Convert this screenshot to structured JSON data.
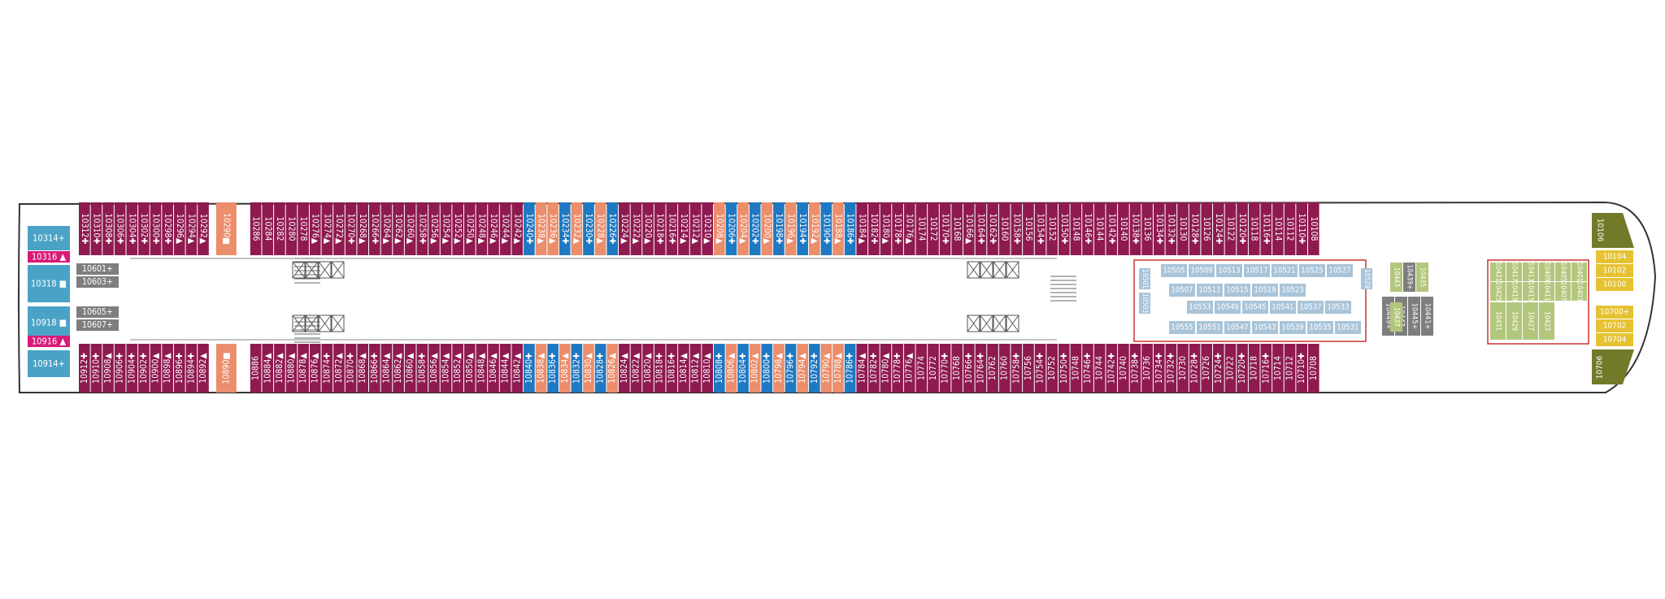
{
  "colors": {
    "balcony": "#8e1a50",
    "club-balcony-suite": "#1e78c2",
    "spa-balcony": "#ec8d6b",
    "haven": "#4aa3c6",
    "oceanview": "#7e7e7e",
    "inside": "#a9c4d8",
    "inside-green": "#b3c77c",
    "family-oceanview": "#e6c233",
    "suite-olive": "#727a2a",
    "accessible-pink": "#d81a78",
    "outline": "#333333"
  },
  "port_top": [
    {
      "label": "10312",
      "mark": "✚",
      "fill": "balcony"
    },
    {
      "label": "10310",
      "mark": "✚",
      "fill": "balcony"
    },
    {
      "label": "10308",
      "mark": "✚",
      "fill": "balcony"
    },
    {
      "label": "10306",
      "mark": "✚",
      "fill": "balcony"
    },
    {
      "label": "10304",
      "mark": "✚",
      "fill": "balcony"
    },
    {
      "label": "10302",
      "mark": "✚",
      "fill": "balcony"
    },
    {
      "label": "10300",
      "mark": "✚",
      "fill": "balcony"
    },
    {
      "label": "10298",
      "mark": "✚",
      "fill": "balcony"
    },
    {
      "label": "10296",
      "mark": "▲",
      "fill": "balcony"
    },
    {
      "label": "10294",
      "mark": "▲",
      "fill": "balcony"
    },
    {
      "label": "10292",
      "mark": "▲",
      "fill": "balcony"
    },
    {
      "label": "10290",
      "mark": "■",
      "fill": "spa-balcony"
    },
    {
      "label": "10286",
      "mark": "",
      "fill": "balcony"
    },
    {
      "label": "10284",
      "mark": "",
      "fill": "balcony"
    },
    {
      "label": "10282",
      "mark": "",
      "fill": "balcony"
    },
    {
      "label": "10280",
      "mark": "",
      "fill": "balcony"
    },
    {
      "label": "10278",
      "mark": "",
      "fill": "balcony"
    },
    {
      "label": "10276",
      "mark": "▲",
      "fill": "balcony"
    },
    {
      "label": "10274",
      "mark": "▲",
      "fill": "balcony"
    },
    {
      "label": "10272",
      "mark": "▲",
      "fill": "balcony"
    },
    {
      "label": "10270",
      "mark": "✚",
      "fill": "balcony"
    },
    {
      "label": "10268",
      "mark": "▲",
      "fill": "balcony"
    },
    {
      "label": "10266",
      "mark": "✚",
      "fill": "balcony"
    },
    {
      "label": "10264",
      "mark": "▲",
      "fill": "balcony"
    },
    {
      "label": "10262",
      "mark": "▲",
      "fill": "balcony"
    },
    {
      "label": "10260",
      "mark": "▲",
      "fill": "balcony"
    },
    {
      "label": "10258",
      "mark": "✚",
      "fill": "balcony"
    },
    {
      "label": "10256",
      "mark": "▲",
      "fill": "balcony"
    },
    {
      "label": "10254",
      "mark": "▲",
      "fill": "balcony"
    },
    {
      "label": "10252",
      "mark": "▲",
      "fill": "balcony"
    },
    {
      "label": "10250",
      "mark": "▲",
      "fill": "balcony"
    },
    {
      "label": "10248",
      "mark": "▲",
      "fill": "balcony"
    },
    {
      "label": "10246",
      "mark": "▲",
      "fill": "balcony"
    },
    {
      "label": "10244",
      "mark": "▲",
      "fill": "balcony"
    },
    {
      "label": "10242",
      "mark": "▲",
      "fill": "balcony"
    },
    {
      "label": "10240",
      "mark": "✚",
      "fill": "club-balcony-suite"
    },
    {
      "label": "10238",
      "mark": "▲",
      "fill": "spa-balcony"
    },
    {
      "label": "10236",
      "mark": "▲",
      "fill": "spa-balcony"
    },
    {
      "label": "10234",
      "mark": "✚",
      "fill": "club-balcony-suite"
    },
    {
      "label": "10232",
      "mark": "▲",
      "fill": "spa-balcony"
    },
    {
      "label": "10230",
      "mark": "✚",
      "fill": "club-balcony-suite"
    },
    {
      "label": "10228",
      "mark": "▲",
      "fill": "spa-balcony"
    },
    {
      "label": "10226",
      "mark": "✚",
      "fill": "club-balcony-suite"
    },
    {
      "label": "10224",
      "mark": "▲",
      "fill": "balcony"
    },
    {
      "label": "10222",
      "mark": "▲",
      "fill": "balcony"
    },
    {
      "label": "10220",
      "mark": "▲",
      "fill": "balcony"
    },
    {
      "label": "10218",
      "mark": "✚",
      "fill": "balcony"
    },
    {
      "label": "10216",
      "mark": "✚",
      "fill": "balcony"
    },
    {
      "label": "10214",
      "mark": "▲",
      "fill": "balcony"
    },
    {
      "label": "10212",
      "mark": "▲",
      "fill": "balcony"
    },
    {
      "label": "10210",
      "mark": "▲",
      "fill": "balcony"
    },
    {
      "label": "10208",
      "mark": "▲",
      "fill": "spa-balcony"
    },
    {
      "label": "10206",
      "mark": "✚",
      "fill": "club-balcony-suite"
    },
    {
      "label": "10204",
      "mark": "▲",
      "fill": "spa-balcony"
    },
    {
      "label": "10202",
      "mark": "✚",
      "fill": "club-balcony-suite"
    },
    {
      "label": "10200",
      "mark": "▲",
      "fill": "spa-balcony"
    },
    {
      "label": "10198",
      "mark": "✚",
      "fill": "club-balcony-suite"
    },
    {
      "label": "10196",
      "mark": "▲",
      "fill": "spa-balcony"
    },
    {
      "label": "10194",
      "mark": "✚",
      "fill": "club-balcony-suite"
    },
    {
      "label": "10192",
      "mark": "▲",
      "fill": "spa-balcony"
    },
    {
      "label": "10190",
      "mark": "✚",
      "fill": "club-balcony-suite"
    },
    {
      "label": "10188",
      "mark": "▲",
      "fill": "spa-balcony"
    },
    {
      "label": "10186",
      "mark": "✚",
      "fill": "club-balcony-suite"
    },
    {
      "label": "10184",
      "mark": "▲",
      "fill": "balcony"
    },
    {
      "label": "10182",
      "mark": "✚",
      "fill": "balcony"
    },
    {
      "label": "10180",
      "mark": "▲",
      "fill": "balcony"
    },
    {
      "label": "10178",
      "mark": "✚",
      "fill": "balcony"
    },
    {
      "label": "10176",
      "mark": "▲",
      "fill": "balcony"
    },
    {
      "label": "10174",
      "mark": "",
      "fill": "balcony"
    },
    {
      "label": "10172",
      "mark": "",
      "fill": "balcony"
    },
    {
      "label": "10170",
      "mark": "✚",
      "fill": "balcony"
    },
    {
      "label": "10168",
      "mark": "",
      "fill": "balcony"
    },
    {
      "label": "10166",
      "mark": "▲",
      "fill": "balcony"
    },
    {
      "label": "10164",
      "mark": "✚",
      "fill": "balcony"
    },
    {
      "label": "10162",
      "mark": "✚",
      "fill": "balcony"
    },
    {
      "label": "10160",
      "mark": "",
      "fill": "balcony"
    },
    {
      "label": "10158",
      "mark": "✚",
      "fill": "balcony"
    },
    {
      "label": "10156",
      "mark": "",
      "fill": "balcony"
    },
    {
      "label": "10154",
      "mark": "✚",
      "fill": "balcony"
    },
    {
      "label": "10152",
      "mark": "",
      "fill": "balcony"
    },
    {
      "label": "10150",
      "mark": "✚",
      "fill": "balcony"
    },
    {
      "label": "10148",
      "mark": "",
      "fill": "balcony"
    },
    {
      "label": "10146",
      "mark": "✚",
      "fill": "balcony"
    },
    {
      "label": "10144",
      "mark": "",
      "fill": "balcony"
    },
    {
      "label": "10142",
      "mark": "✚",
      "fill": "balcony"
    },
    {
      "label": "10140",
      "mark": "",
      "fill": "balcony"
    },
    {
      "label": "10138",
      "mark": "✚",
      "fill": "balcony"
    },
    {
      "label": "10136",
      "mark": "",
      "fill": "balcony"
    },
    {
      "label": "10134",
      "mark": "✚",
      "fill": "balcony"
    },
    {
      "label": "10132",
      "mark": "✚",
      "fill": "balcony"
    },
    {
      "label": "10130",
      "mark": "",
      "fill": "balcony"
    },
    {
      "label": "10128",
      "mark": "✚",
      "fill": "balcony"
    },
    {
      "label": "10126",
      "mark": "",
      "fill": "balcony"
    },
    {
      "label": "10124",
      "mark": "✚",
      "fill": "balcony"
    },
    {
      "label": "10122",
      "mark": "",
      "fill": "balcony"
    },
    {
      "label": "10120",
      "mark": "✚",
      "fill": "balcony"
    },
    {
      "label": "10118",
      "mark": "",
      "fill": "balcony"
    },
    {
      "label": "10116",
      "mark": "✚",
      "fill": "balcony"
    },
    {
      "label": "10114",
      "mark": "",
      "fill": "balcony"
    },
    {
      "label": "10112",
      "mark": "",
      "fill": "balcony"
    },
    {
      "label": "10110",
      "mark": "✚",
      "fill": "balcony"
    },
    {
      "label": "10108",
      "mark": "",
      "fill": "balcony"
    }
  ],
  "starboard_bottom": [
    {
      "label": "10912",
      "mark": "✚",
      "fill": "balcony"
    },
    {
      "label": "10910",
      "mark": "✚",
      "fill": "balcony"
    },
    {
      "label": "10908",
      "mark": "▲",
      "fill": "balcony"
    },
    {
      "label": "10906",
      "mark": "✚",
      "fill": "balcony"
    },
    {
      "label": "10904",
      "mark": "✚",
      "fill": "balcony"
    },
    {
      "label": "10902",
      "mark": "✚",
      "fill": "balcony"
    },
    {
      "label": "10900",
      "mark": "▲",
      "fill": "balcony"
    },
    {
      "label": "10898",
      "mark": "▲",
      "fill": "balcony"
    },
    {
      "label": "10896",
      "mark": "✚",
      "fill": "balcony"
    },
    {
      "label": "10894",
      "mark": "✚",
      "fill": "balcony"
    },
    {
      "label": "10892",
      "mark": "▲",
      "fill": "balcony"
    },
    {
      "label": "10890",
      "mark": "■",
      "fill": "spa-balcony"
    },
    {
      "label": "10886",
      "mark": "",
      "fill": "balcony"
    },
    {
      "label": "10884",
      "mark": "▲",
      "fill": "balcony"
    },
    {
      "label": "10882",
      "mark": "▲",
      "fill": "balcony"
    },
    {
      "label": "10880",
      "mark": "▲",
      "fill": "balcony"
    },
    {
      "label": "10878",
      "mark": "▲",
      "fill": "balcony"
    },
    {
      "label": "10876",
      "mark": "▲",
      "fill": "balcony"
    },
    {
      "label": "10874",
      "mark": "✚",
      "fill": "balcony"
    },
    {
      "label": "10872",
      "mark": "▲",
      "fill": "balcony"
    },
    {
      "label": "10870",
      "mark": "✚",
      "fill": "balcony"
    },
    {
      "label": "10868",
      "mark": "▲",
      "fill": "balcony"
    },
    {
      "label": "10866",
      "mark": "✚",
      "fill": "balcony"
    },
    {
      "label": "10864",
      "mark": "▲",
      "fill": "balcony"
    },
    {
      "label": "10862",
      "mark": "▲",
      "fill": "balcony"
    },
    {
      "label": "10860",
      "mark": "▲",
      "fill": "balcony"
    },
    {
      "label": "10858",
      "mark": "✚",
      "fill": "balcony"
    },
    {
      "label": "10856",
      "mark": "▲",
      "fill": "balcony"
    },
    {
      "label": "10854",
      "mark": "▲",
      "fill": "balcony"
    },
    {
      "label": "10852",
      "mark": "▲",
      "fill": "balcony"
    },
    {
      "label": "10850",
      "mark": "▲",
      "fill": "balcony"
    },
    {
      "label": "10848",
      "mark": "▲",
      "fill": "balcony"
    },
    {
      "label": "10846",
      "mark": "▲",
      "fill": "balcony"
    },
    {
      "label": "10844",
      "mark": "▲",
      "fill": "balcony"
    },
    {
      "label": "10842",
      "mark": "▲",
      "fill": "balcony"
    },
    {
      "label": "10840",
      "mark": "✚",
      "fill": "club-balcony-suite"
    },
    {
      "label": "10838",
      "mark": "▲",
      "fill": "spa-balcony"
    },
    {
      "label": "10836",
      "mark": "✚",
      "fill": "club-balcony-suite"
    },
    {
      "label": "10834",
      "mark": "▲",
      "fill": "spa-balcony"
    },
    {
      "label": "10832",
      "mark": "✚",
      "fill": "club-balcony-suite"
    },
    {
      "label": "10830",
      "mark": "▲",
      "fill": "spa-balcony"
    },
    {
      "label": "10828",
      "mark": "✚",
      "fill": "club-balcony-suite"
    },
    {
      "label": "10826",
      "mark": "▲",
      "fill": "spa-balcony"
    },
    {
      "label": "10824",
      "mark": "▲",
      "fill": "balcony"
    },
    {
      "label": "10822",
      "mark": "▲",
      "fill": "balcony"
    },
    {
      "label": "10820",
      "mark": "▲",
      "fill": "balcony"
    },
    {
      "label": "10818",
      "mark": "✚",
      "fill": "balcony"
    },
    {
      "label": "10816",
      "mark": "✚",
      "fill": "balcony"
    },
    {
      "label": "10814",
      "mark": "▲",
      "fill": "balcony"
    },
    {
      "label": "10812",
      "mark": "▲",
      "fill": "balcony"
    },
    {
      "label": "10810",
      "mark": "▲",
      "fill": "balcony"
    },
    {
      "label": "10808",
      "mark": "✚",
      "fill": "club-balcony-suite"
    },
    {
      "label": "10806",
      "mark": "▲",
      "fill": "spa-balcony"
    },
    {
      "label": "10804",
      "mark": "✚",
      "fill": "club-balcony-suite"
    },
    {
      "label": "10802",
      "mark": "▲",
      "fill": "spa-balcony"
    },
    {
      "label": "10800",
      "mark": "✚",
      "fill": "club-balcony-suite"
    },
    {
      "label": "10798",
      "mark": "▲",
      "fill": "spa-balcony"
    },
    {
      "label": "10796",
      "mark": "✚",
      "fill": "club-balcony-suite"
    },
    {
      "label": "10794",
      "mark": "▲",
      "fill": "spa-balcony"
    },
    {
      "label": "10792",
      "mark": "✚",
      "fill": "club-balcony-suite"
    },
    {
      "label": "10790",
      "mark": "▲",
      "fill": "spa-balcony"
    },
    {
      "label": "10788",
      "mark": "▲",
      "fill": "spa-balcony"
    },
    {
      "label": "10786",
      "mark": "✚",
      "fill": "club-balcony-suite"
    },
    {
      "label": "10784",
      "mark": "▲",
      "fill": "balcony"
    },
    {
      "label": "10782",
      "mark": "✚",
      "fill": "balcony"
    },
    {
      "label": "10780",
      "mark": "▲",
      "fill": "balcony"
    },
    {
      "label": "10778",
      "mark": "✚",
      "fill": "balcony"
    },
    {
      "label": "10776",
      "mark": "▲",
      "fill": "balcony"
    },
    {
      "label": "10774",
      "mark": "",
      "fill": "balcony"
    },
    {
      "label": "10772",
      "mark": "",
      "fill": "balcony"
    },
    {
      "label": "10770",
      "mark": "✚",
      "fill": "balcony"
    },
    {
      "label": "10768",
      "mark": "",
      "fill": "balcony"
    },
    {
      "label": "10766",
      "mark": "✚",
      "fill": "balcony"
    },
    {
      "label": "10764",
      "mark": "✚",
      "fill": "balcony"
    },
    {
      "label": "10762",
      "mark": "",
      "fill": "balcony"
    },
    {
      "label": "10760",
      "mark": "",
      "fill": "balcony"
    },
    {
      "label": "10758",
      "mark": "✚",
      "fill": "balcony"
    },
    {
      "label": "10756",
      "mark": "",
      "fill": "balcony"
    },
    {
      "label": "10754",
      "mark": "✚",
      "fill": "balcony"
    },
    {
      "label": "10752",
      "mark": "",
      "fill": "balcony"
    },
    {
      "label": "10750",
      "mark": "✚",
      "fill": "balcony"
    },
    {
      "label": "10748",
      "mark": "",
      "fill": "balcony"
    },
    {
      "label": "10746",
      "mark": "✚",
      "fill": "balcony"
    },
    {
      "label": "10744",
      "mark": "",
      "fill": "balcony"
    },
    {
      "label": "10742",
      "mark": "✚",
      "fill": "balcony"
    },
    {
      "label": "10740",
      "mark": "",
      "fill": "balcony"
    },
    {
      "label": "10738",
      "mark": "✚",
      "fill": "balcony"
    },
    {
      "label": "10736",
      "mark": "",
      "fill": "balcony"
    },
    {
      "label": "10734",
      "mark": "✚",
      "fill": "balcony"
    },
    {
      "label": "10732",
      "mark": "✚",
      "fill": "balcony"
    },
    {
      "label": "10730",
      "mark": "",
      "fill": "balcony"
    },
    {
      "label": "10728",
      "mark": "✚",
      "fill": "balcony"
    },
    {
      "label": "10726",
      "mark": "",
      "fill": "balcony"
    },
    {
      "label": "10724",
      "mark": "✚",
      "fill": "balcony"
    },
    {
      "label": "10722",
      "mark": "",
      "fill": "balcony"
    },
    {
      "label": "10720",
      "mark": "✚",
      "fill": "balcony"
    },
    {
      "label": "10718",
      "mark": "",
      "fill": "balcony"
    },
    {
      "label": "10716",
      "mark": "✚",
      "fill": "balcony"
    },
    {
      "label": "10714",
      "mark": "",
      "fill": "balcony"
    },
    {
      "label": "10712",
      "mark": "",
      "fill": "balcony"
    },
    {
      "label": "10710",
      "mark": "✚",
      "fill": "balcony"
    },
    {
      "label": "10708",
      "mark": "",
      "fill": "balcony"
    }
  ],
  "aft_cabins": [
    {
      "label": "10314+",
      "fill": "haven"
    },
    {
      "label": "10316 ▲",
      "fill": "accessible-pink"
    },
    {
      "label": "10318 ■",
      "fill": "haven"
    },
    {
      "label": "10918 ■",
      "fill": "haven"
    },
    {
      "label": "10916 ▲",
      "fill": "accessible-pink"
    },
    {
      "label": "10914+",
      "fill": "haven"
    }
  ],
  "aft_oceanview": [
    "10601+",
    "10603+",
    "10605+",
    "10607+"
  ],
  "forward_bow": {
    "top": "10106",
    "bottom": "10706"
  },
  "forward_yellow": [
    "10104",
    "10102",
    "10100",
    "10700+",
    "10702",
    "10704"
  ],
  "inside_rows": [
    [
      "10505",
      "10509",
      "10513",
      "10517",
      "10521",
      "10525",
      "10527"
    ],
    [
      "10507",
      "10511",
      "10515",
      "10519",
      "10523"
    ],
    [
      "10553",
      "10549",
      "10545",
      "10541",
      "10537",
      "10533"
    ],
    [
      "10555",
      "10551",
      "10547",
      "10543",
      "10539",
      "10535",
      "10531"
    ]
  ],
  "inside_single": [
    "10501",
    "10503",
    "10529"
  ],
  "forward_oceanview": [
    "10449+",
    "10447",
    "10445+",
    "10441+"
  ],
  "forward_green_small": [
    "10443",
    "10439+",
    "10435",
    "10437"
  ],
  "forward_green_grid": [
    [
      "10421",
      "10417",
      "10413",
      "10409",
      "10405",
      "10401"
    ],
    [
      "10425",
      "10419",
      "10415",
      "10411",
      "10407",
      "10403"
    ],
    [
      "10431",
      "10429",
      "10427",
      "10423"
    ]
  ]
}
